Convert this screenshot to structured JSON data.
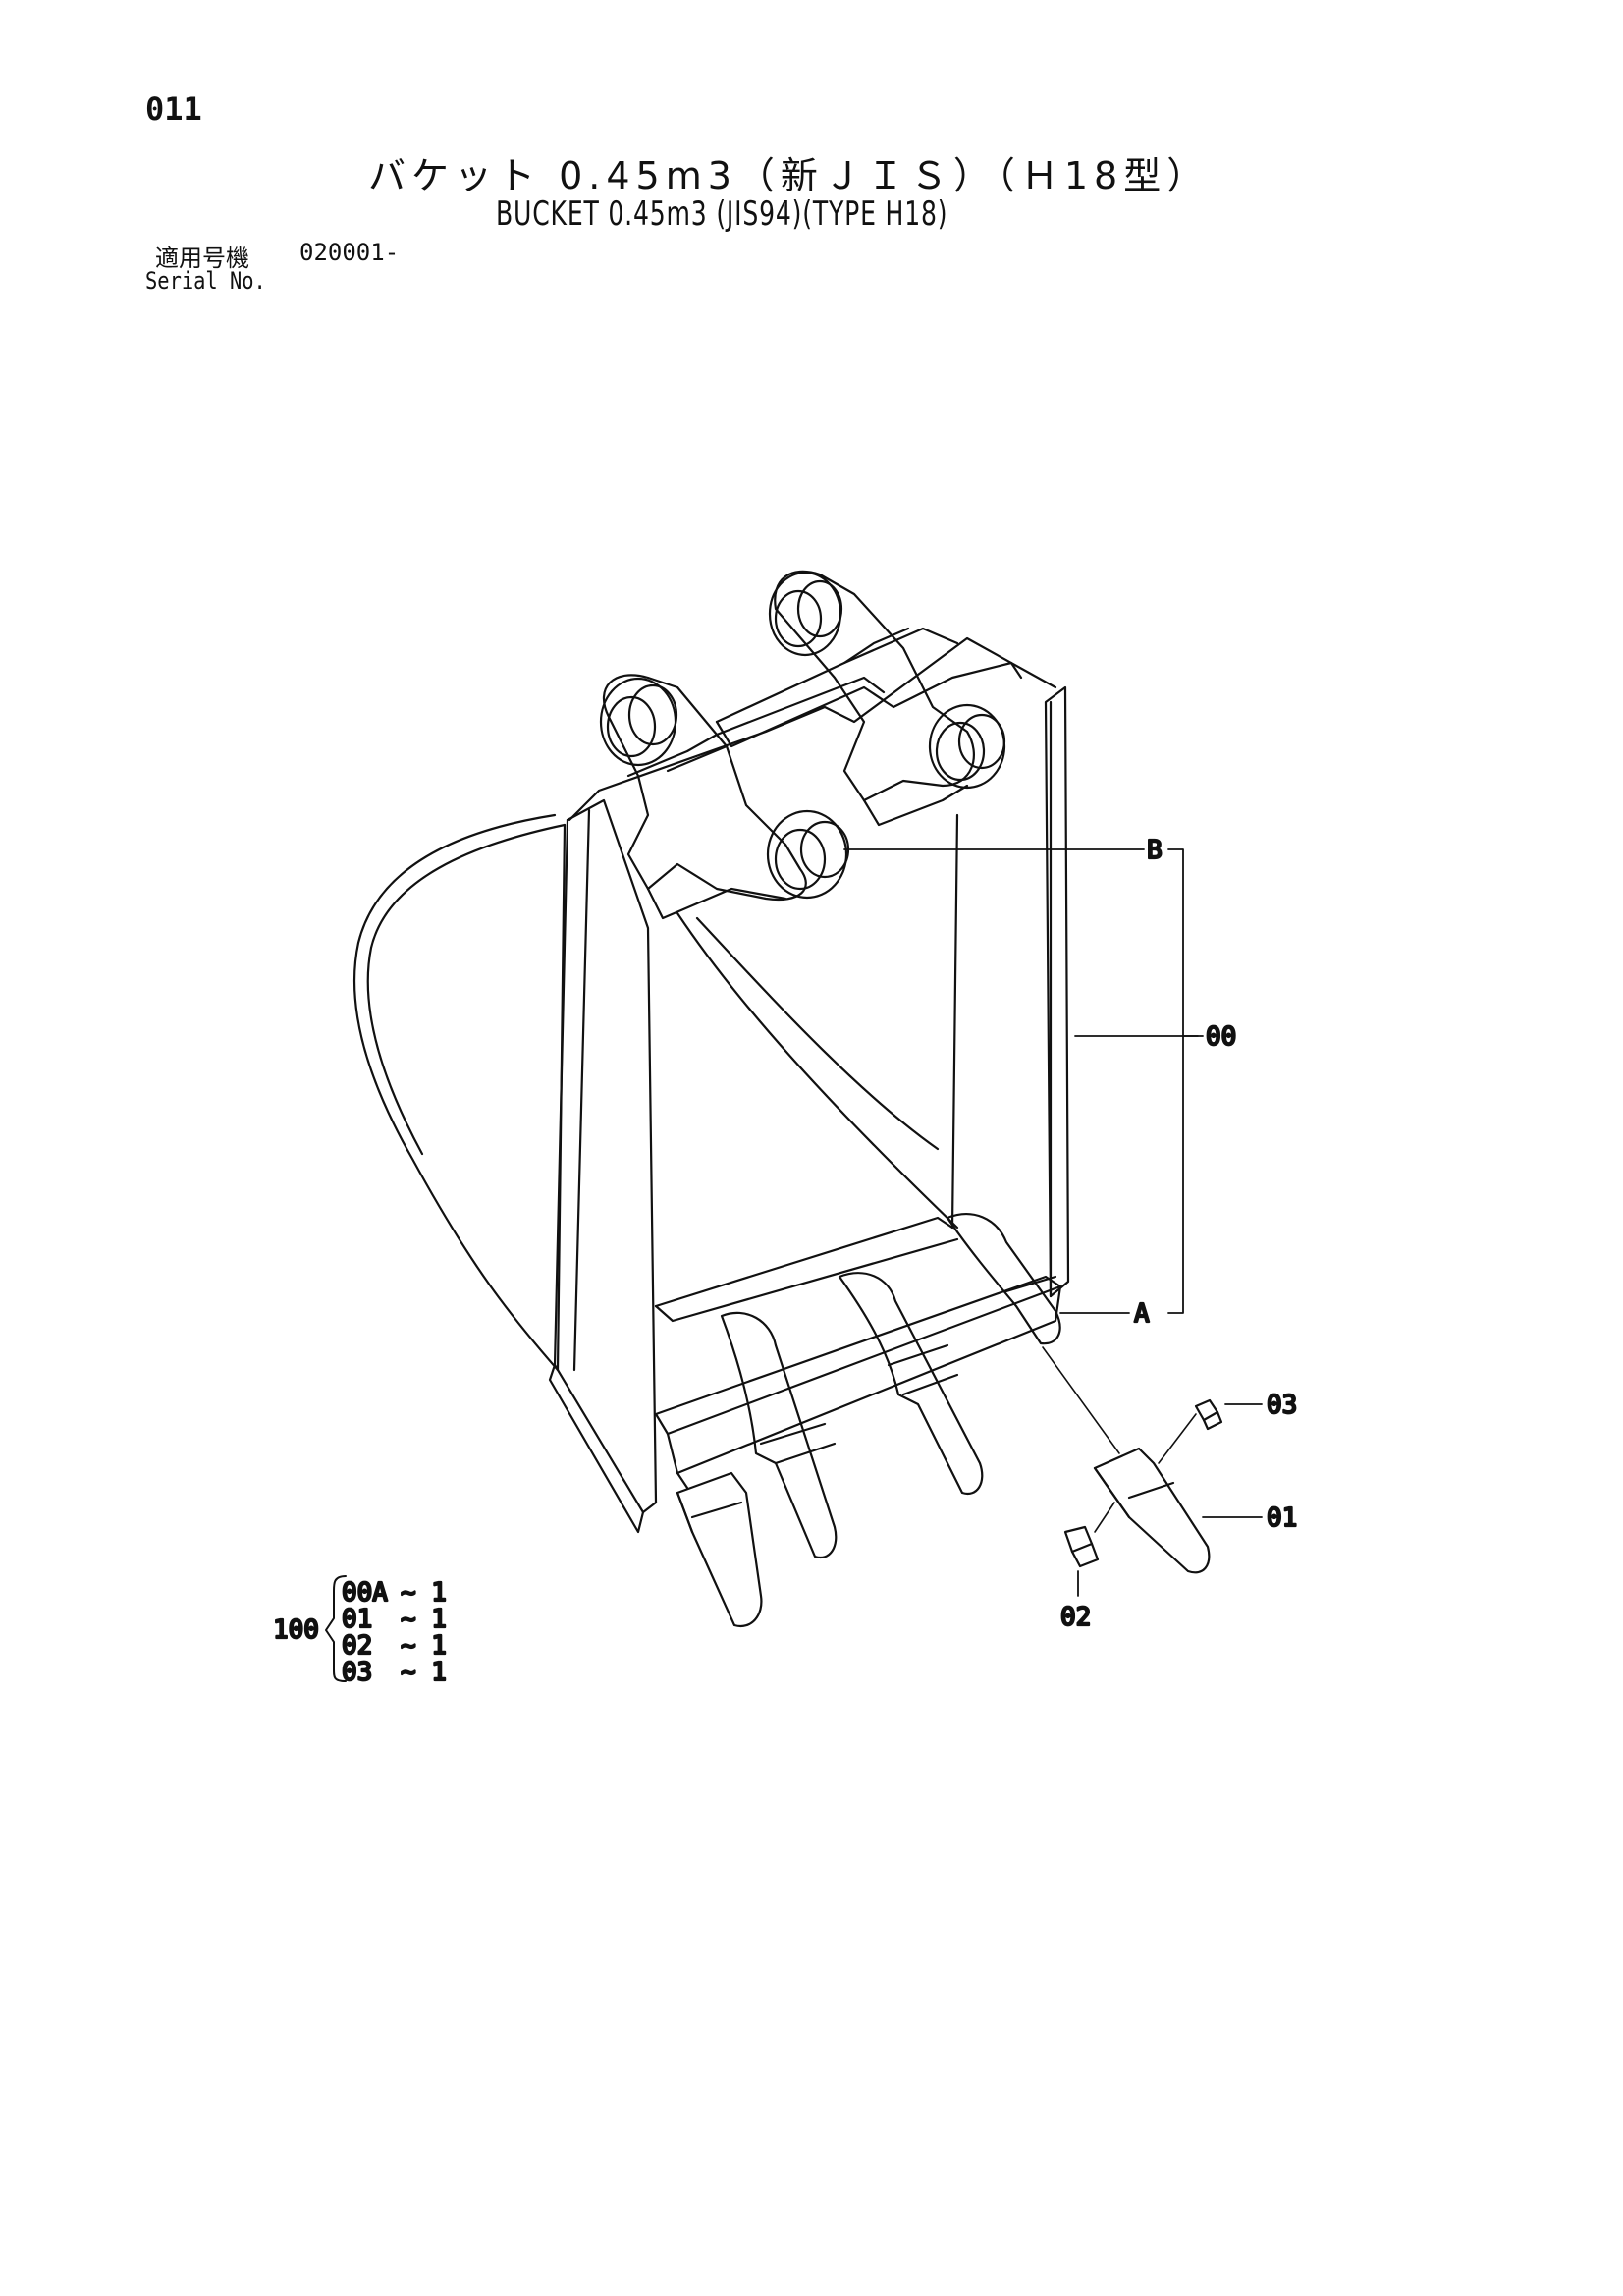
{
  "page_number": "011",
  "title_jp": "バケット 0.45m3（新ＪＩＳ）（Ｈ18型）",
  "title_en": "BUCKET 0.45m3 (JIS94)(TYPE H18)",
  "serial": {
    "label_jp": "適用号機",
    "number": "020001-",
    "label_en": "Serial No."
  },
  "callouts": {
    "a": "A",
    "b": "B",
    "p00": "00",
    "p01": "01",
    "p02": "02",
    "p03": "03"
  },
  "assembly": {
    "id": "100",
    "items": [
      {
        "part": "00A",
        "qty": "~ 1"
      },
      {
        "part": "01",
        "qty": "~ 1"
      },
      {
        "part": "02",
        "qty": "~ 1"
      },
      {
        "part": "03",
        "qty": "~ 1"
      }
    ]
  }
}
